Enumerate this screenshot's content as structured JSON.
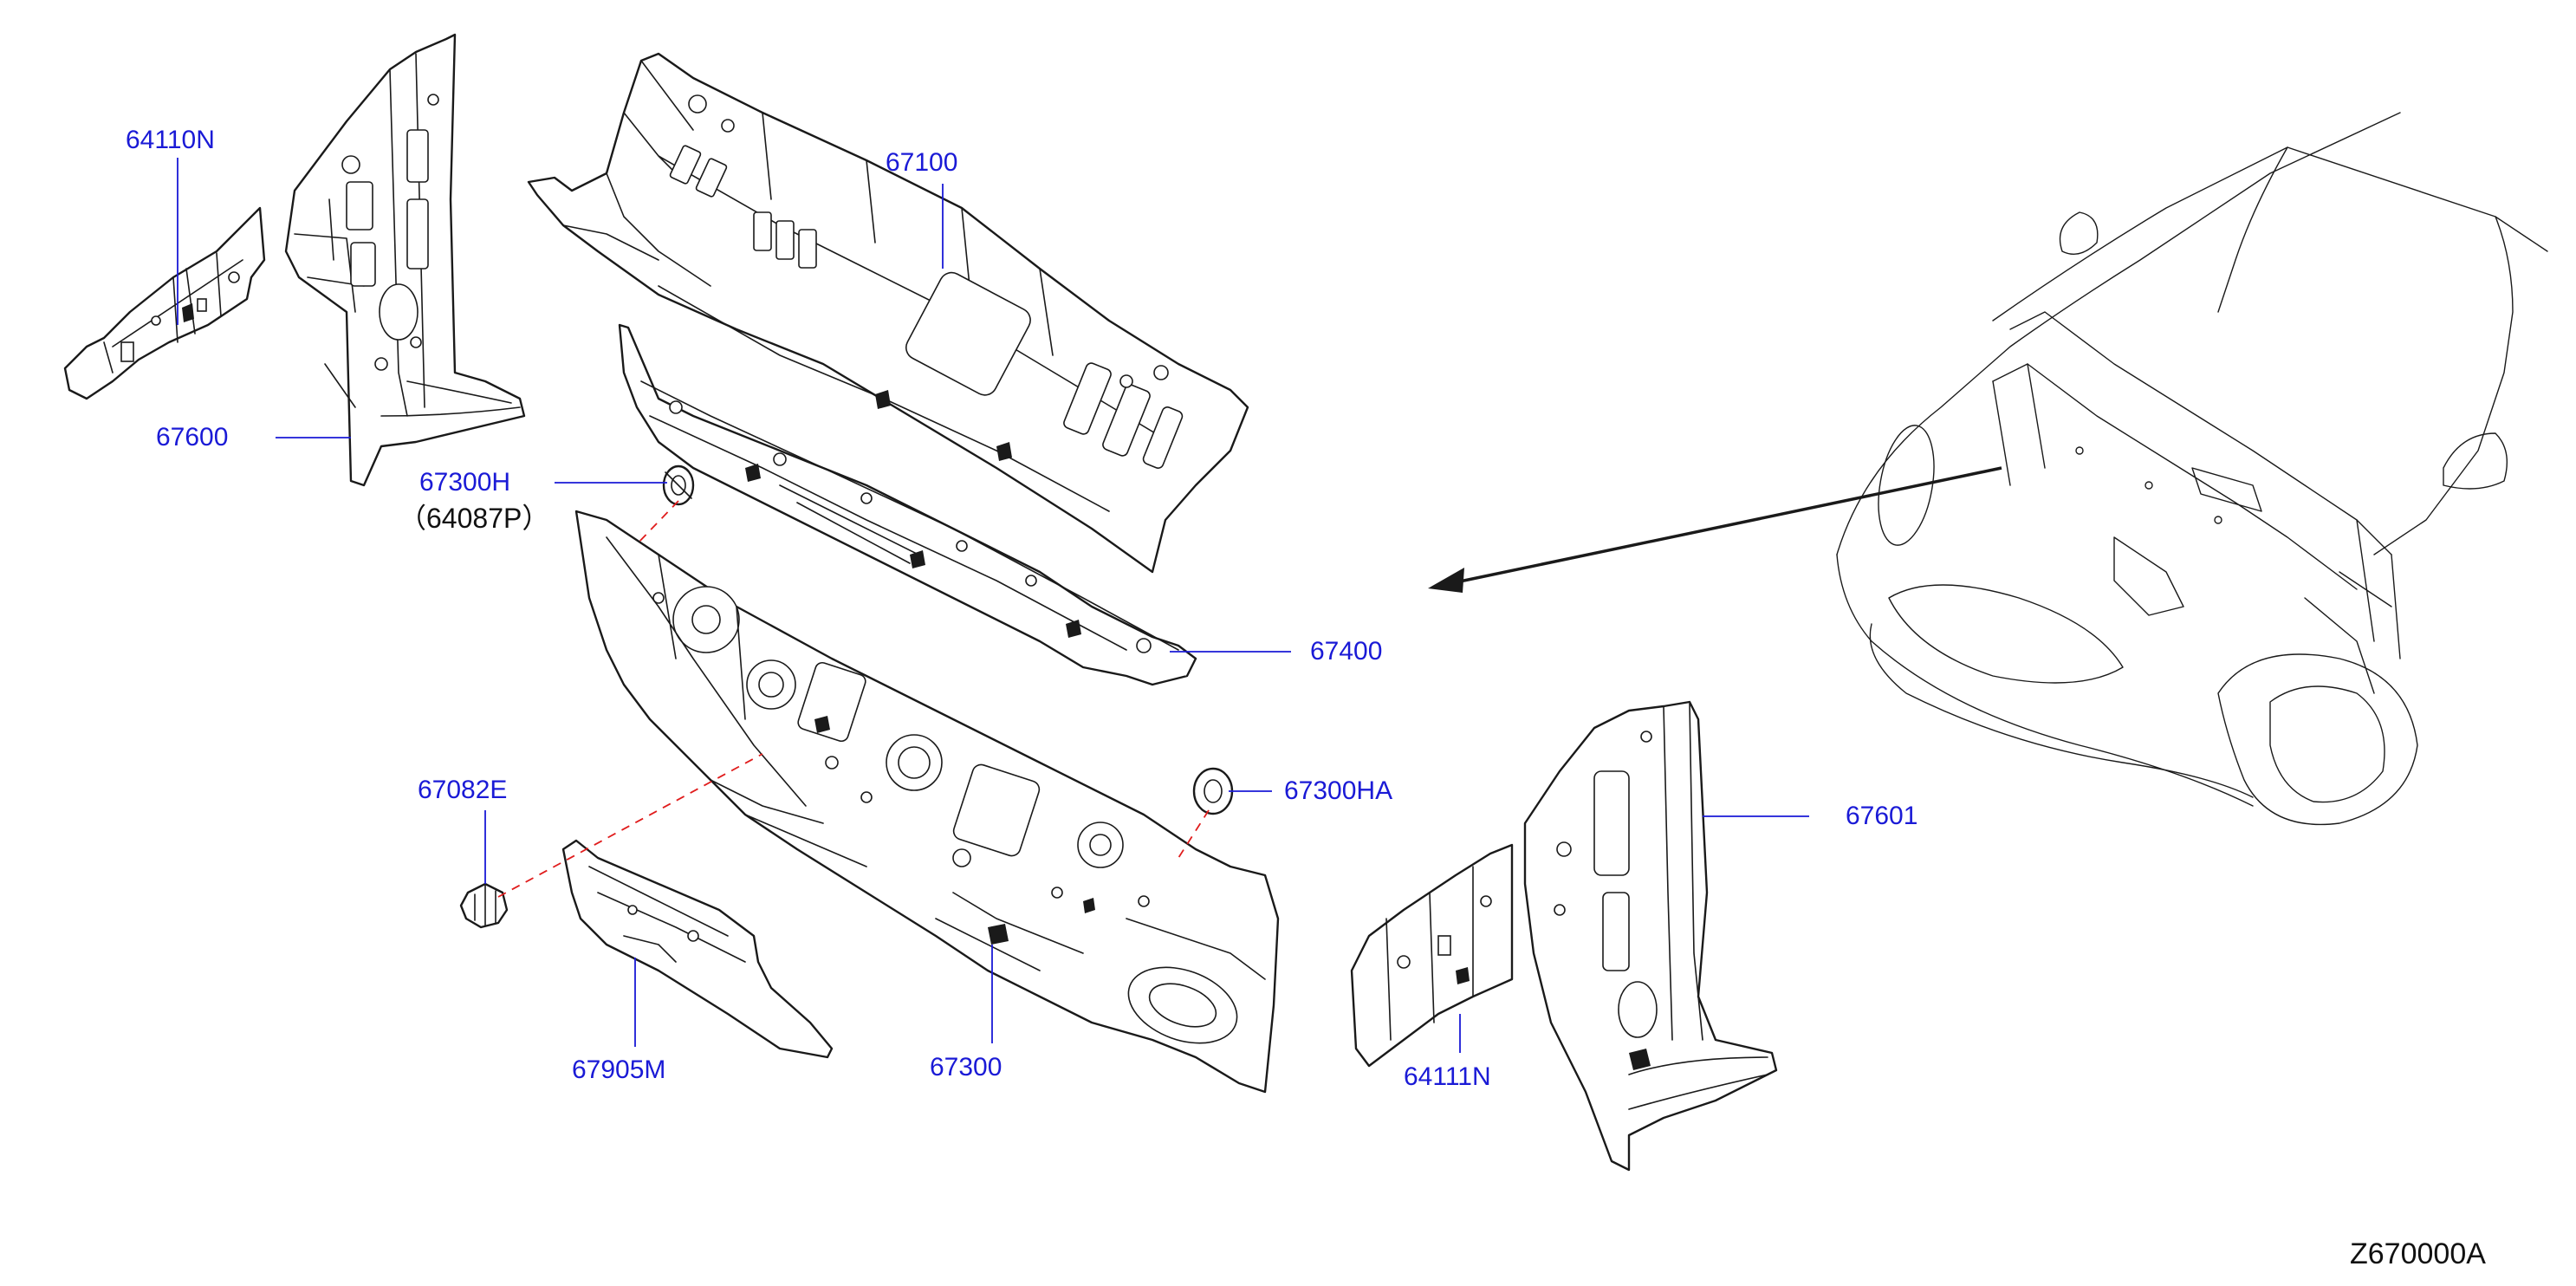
{
  "colors": {
    "callout": "#1a1ad6",
    "line": "#1a1a1a",
    "dashed_guide": "#e01c1c",
    "background": "#ffffff"
  },
  "callouts": {
    "p64110N": "64110N",
    "p67600": "67600",
    "p67300H": "67300H",
    "p64087P": "（64087P）",
    "p67100": "67100",
    "p67400": "67400",
    "p67082E": "67082E",
    "p67300HA": "67300HA",
    "p67601": "67601",
    "p67905M": "67905M",
    "p67300": "67300",
    "p64111N": "64111N"
  },
  "diagram_code": "Z670000A"
}
